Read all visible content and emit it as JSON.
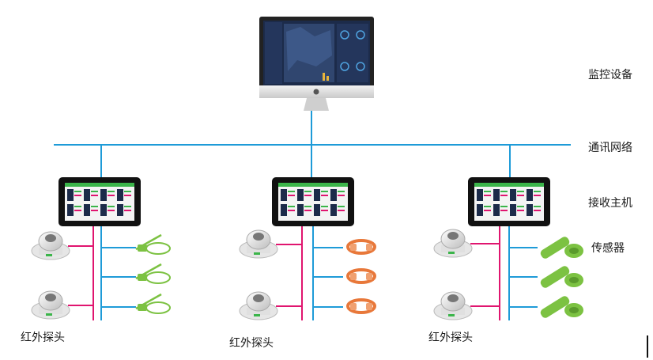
{
  "tiers": {
    "monitor": "监控设备",
    "network": "通讯网络",
    "host": "接收主机",
    "sensor": "传感器"
  },
  "probe_label": "红外探头",
  "colors": {
    "network_line": "#1e9bd8",
    "probe_line": "#e0156f",
    "sensor_green": "#7cc242",
    "sensor_orange": "#e8783a",
    "screen_green": "#3bb54a",
    "monitor_dark": "#1c2b4a"
  },
  "groups": [
    {
      "sensor_type": "cable-tie-sensor"
    },
    {
      "sensor_type": "ring-sensor"
    },
    {
      "sensor_type": "clamp-sensor"
    }
  ]
}
